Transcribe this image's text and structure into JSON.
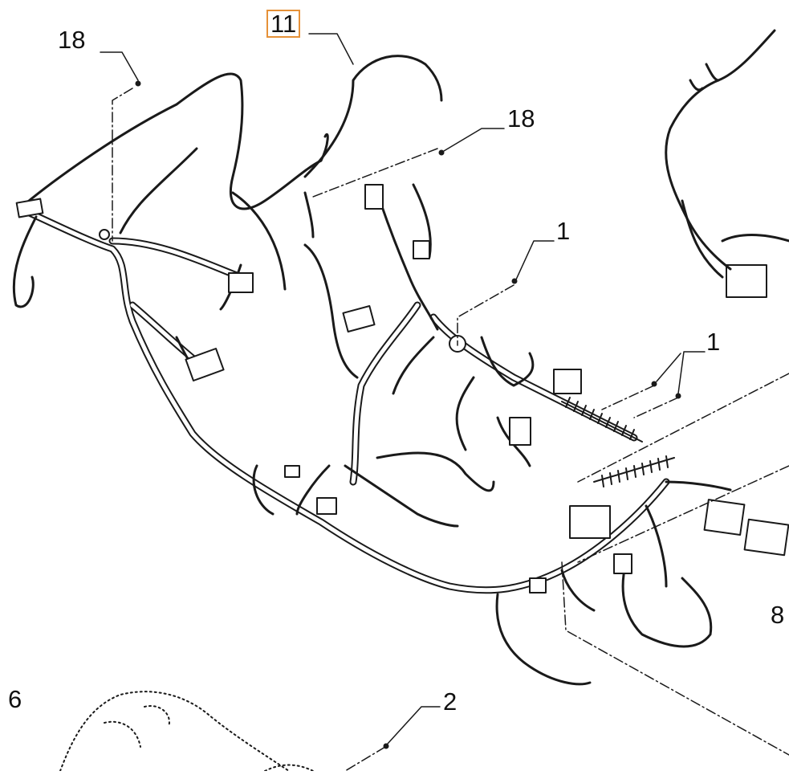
{
  "diagram": {
    "highlight_color": "#e69138",
    "line_color": "#1a1a1a",
    "callouts": [
      {
        "id": "c18a",
        "label": "18"
      },
      {
        "id": "c11",
        "label": "11",
        "highlighted": true
      },
      {
        "id": "c18b",
        "label": "18"
      },
      {
        "id": "c1a",
        "label": "1"
      },
      {
        "id": "c1b",
        "label": "1"
      },
      {
        "id": "c8",
        "label": "8"
      },
      {
        "id": "c6",
        "label": "6"
      },
      {
        "id": "c2",
        "label": "2"
      }
    ]
  }
}
